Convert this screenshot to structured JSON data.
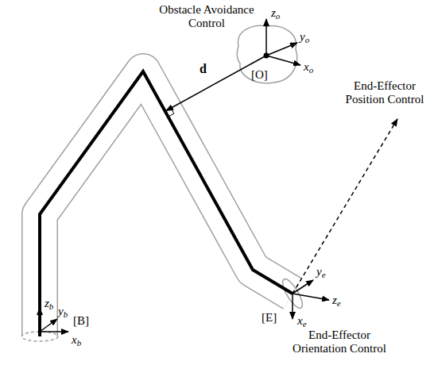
{
  "diagram": {
    "labels": [
      "Obstacle Avoidance Control",
      "zo",
      "yo",
      "xo",
      "[O]",
      "d",
      "End-Effector Position Control",
      "ye",
      "ze",
      "[E]",
      "xe",
      "End-Effector Orientation Control",
      "zb",
      "yb",
      "[B]",
      "xb"
    ]
  }
}
